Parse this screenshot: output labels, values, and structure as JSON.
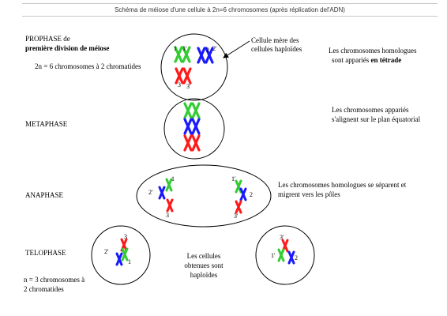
{
  "title": "Schéma de méiose d'une cellule à 2n=6 chromosomes (après réplication del'ADN)",
  "prophase": {
    "label_line1": "PROPHASE de",
    "label_line2": "première division de méiose",
    "chromosome_note": "2n = 6 chromosomes à 2 chromatides",
    "mother_cell_line1": "Cellule mère des",
    "mother_cell_line2": "cellules haploïdes",
    "description_line1": "Les chromosomes homologues",
    "description_prefix": "sont appariés ",
    "description_bold": "en tétrade"
  },
  "metaphase": {
    "label": "METAPHASE",
    "description_line1": "Les chromosomes appariés",
    "description_line2": "s'alignent sur le plan équatorial"
  },
  "anaphase": {
    "label": "ANAPHASE",
    "description_line1": "Les chromosomes homologues se séparent et",
    "description_line2": "migrent vers les pôles"
  },
  "telophase": {
    "label": "TELOPHASE",
    "center_line1": "Les cellules",
    "center_line2": "obtenues sont",
    "center_line3": "haploïdes",
    "note_line1": "n = 3 chromosomes à",
    "note_line2": "2 chromatides"
  },
  "chromosome_labels": {
    "one": "1",
    "one_prime": "1'",
    "two": "2",
    "two_prime": "2'",
    "three": "3",
    "three_prime": "3'"
  },
  "colors": {
    "chromosome_1": "#33cc33",
    "chromosome_2": "#1a1aff",
    "chromosome_3": "#ff1a1a",
    "cell_outline": "#000000"
  }
}
